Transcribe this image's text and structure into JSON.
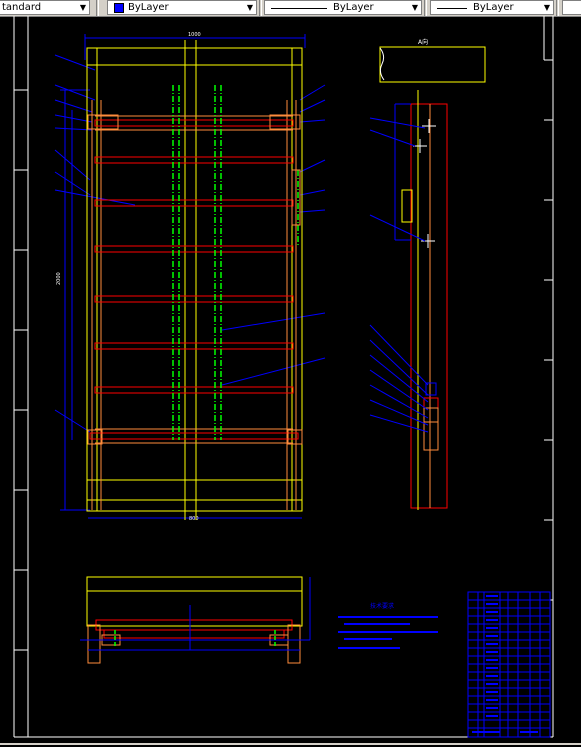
{
  "toolbar": {
    "text_style": "tandard",
    "color": {
      "label": "ByLayer",
      "swatch": "#0000ff"
    },
    "linetype": {
      "label": "ByLayer"
    },
    "lineweight": {
      "label": "ByLayer"
    }
  },
  "drawing": {
    "side_view_label": "A向",
    "notes_title": "技术要求"
  },
  "colors": {
    "background": "#000000",
    "frame": "#ffff00",
    "beam": "#ff0000",
    "member": "#ff8c3c",
    "dim": "#0000ff",
    "center": "#00ff00",
    "white": "#ffffff",
    "cyan": "#00ffff"
  }
}
